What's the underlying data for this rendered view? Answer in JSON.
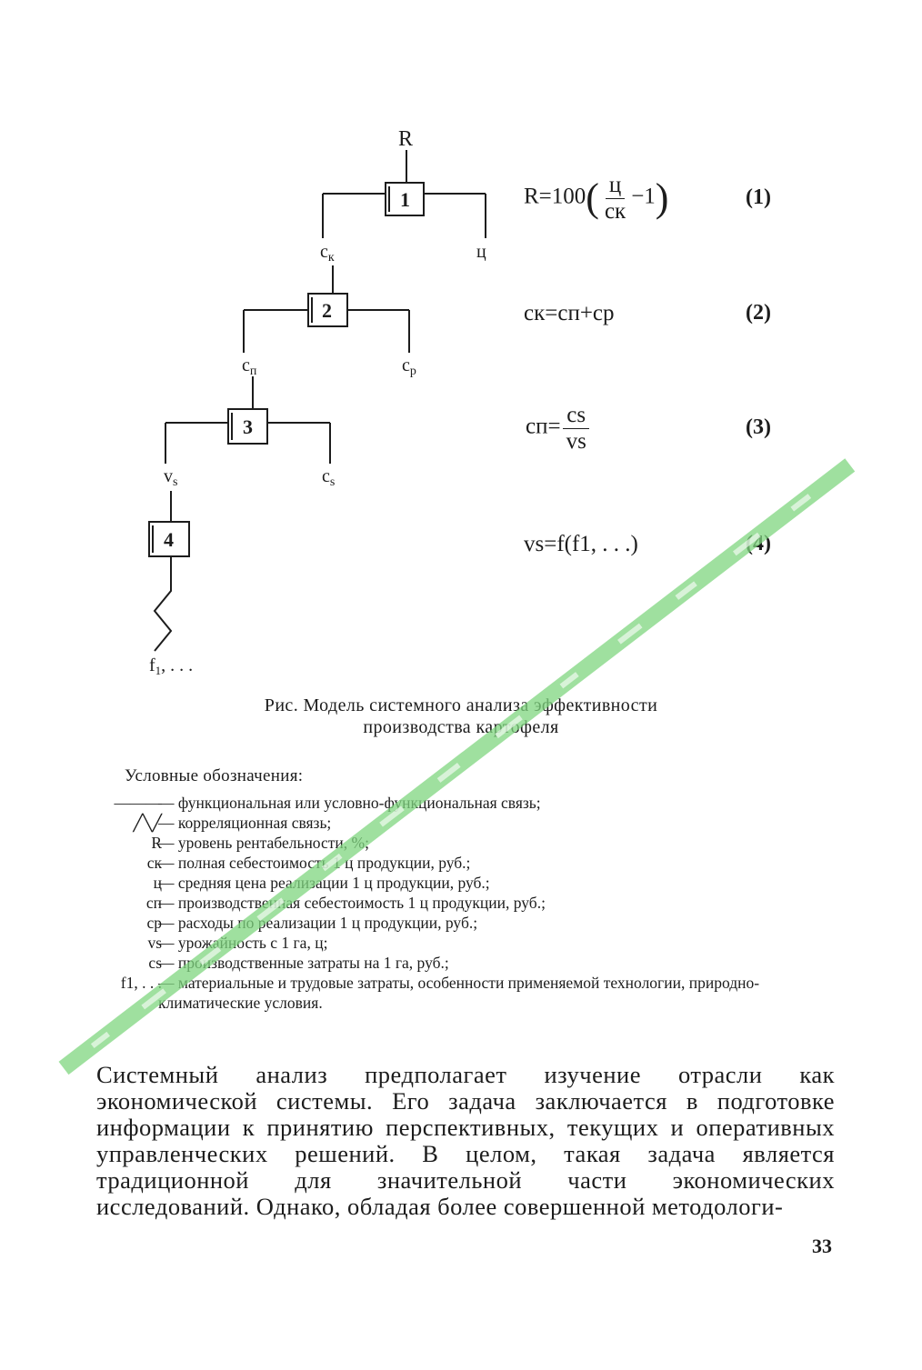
{
  "diagram": {
    "boxes": [
      "1",
      "2",
      "3",
      "4"
    ],
    "labels": {
      "R": "R",
      "ck": "c",
      "ck_sub": "к",
      "ts": "ц",
      "cp": "c",
      "cp_sub": "п",
      "cr": "c",
      "cr_sub": "р",
      "vs": "v",
      "vs_sub": "s",
      "cs": "c",
      "cs_sub": "s",
      "f1": "f",
      "f1_sub": "1",
      "f1_tail": ", . . ."
    }
  },
  "equations": [
    {
      "number": "(1)"
    },
    {
      "number": "(2)",
      "text": "cк=cп+cр"
    },
    {
      "number": "(3)"
    },
    {
      "number": "(4)",
      "text": "vs=f(f1, . . .)"
    }
  ],
  "eq1": {
    "lhs": "R=100",
    "num": "ц",
    "den": "cк",
    "tail": "−1"
  },
  "eq3": {
    "lhs": "cп=",
    "num": "cs",
    "den": "vs"
  },
  "caption": {
    "line1": "Рис. Модель системного анализа эффективности",
    "line2": "производства картофеля"
  },
  "legend": {
    "title": "Условные обозначения:",
    "items": [
      {
        "symbol": "———",
        "text": "— функциональная или условно-функциональная связь;"
      },
      {
        "symbol": "╱╲╱",
        "text": "— корреляционная связь;"
      },
      {
        "symbol": "R",
        "text": "— уровень рентабельности, %;"
      },
      {
        "symbol": "cк",
        "text": "— полная себестоимость 1 ц продукции, руб.;"
      },
      {
        "symbol": "ц",
        "text": "— средняя цена реализации 1 ц продукции, руб.;"
      },
      {
        "symbol": "cп",
        "text": "— производственная себестоимость 1 ц продукции, руб.;"
      },
      {
        "symbol": "cр",
        "text": "— расходы по реализации 1 ц продукции, руб.;"
      },
      {
        "symbol": "vs",
        "text": "— урожайность с 1 га, ц;"
      },
      {
        "symbol": "cs",
        "text": "— производственные затраты на 1 га, руб.;"
      },
      {
        "symbol": "f1, . . .",
        "text": "— материальные и трудовые затраты, особенности применяемой технологии, природно-климатические условия."
      }
    ]
  },
  "body": {
    "paragraph": "Системный анализ предполагает изучение отрасли как экономической системы. Его задача заключается в подготовке информации к принятию перспективных, текущих и оперативных управленческих решений. В целом, такая задача является традиционной для значительной части экономических исследований. Однако, обладая более совершенной методологи-"
  },
  "page_number": "33",
  "colors": {
    "ink": "#1c1c1c",
    "watermark": "#7fd67f"
  }
}
